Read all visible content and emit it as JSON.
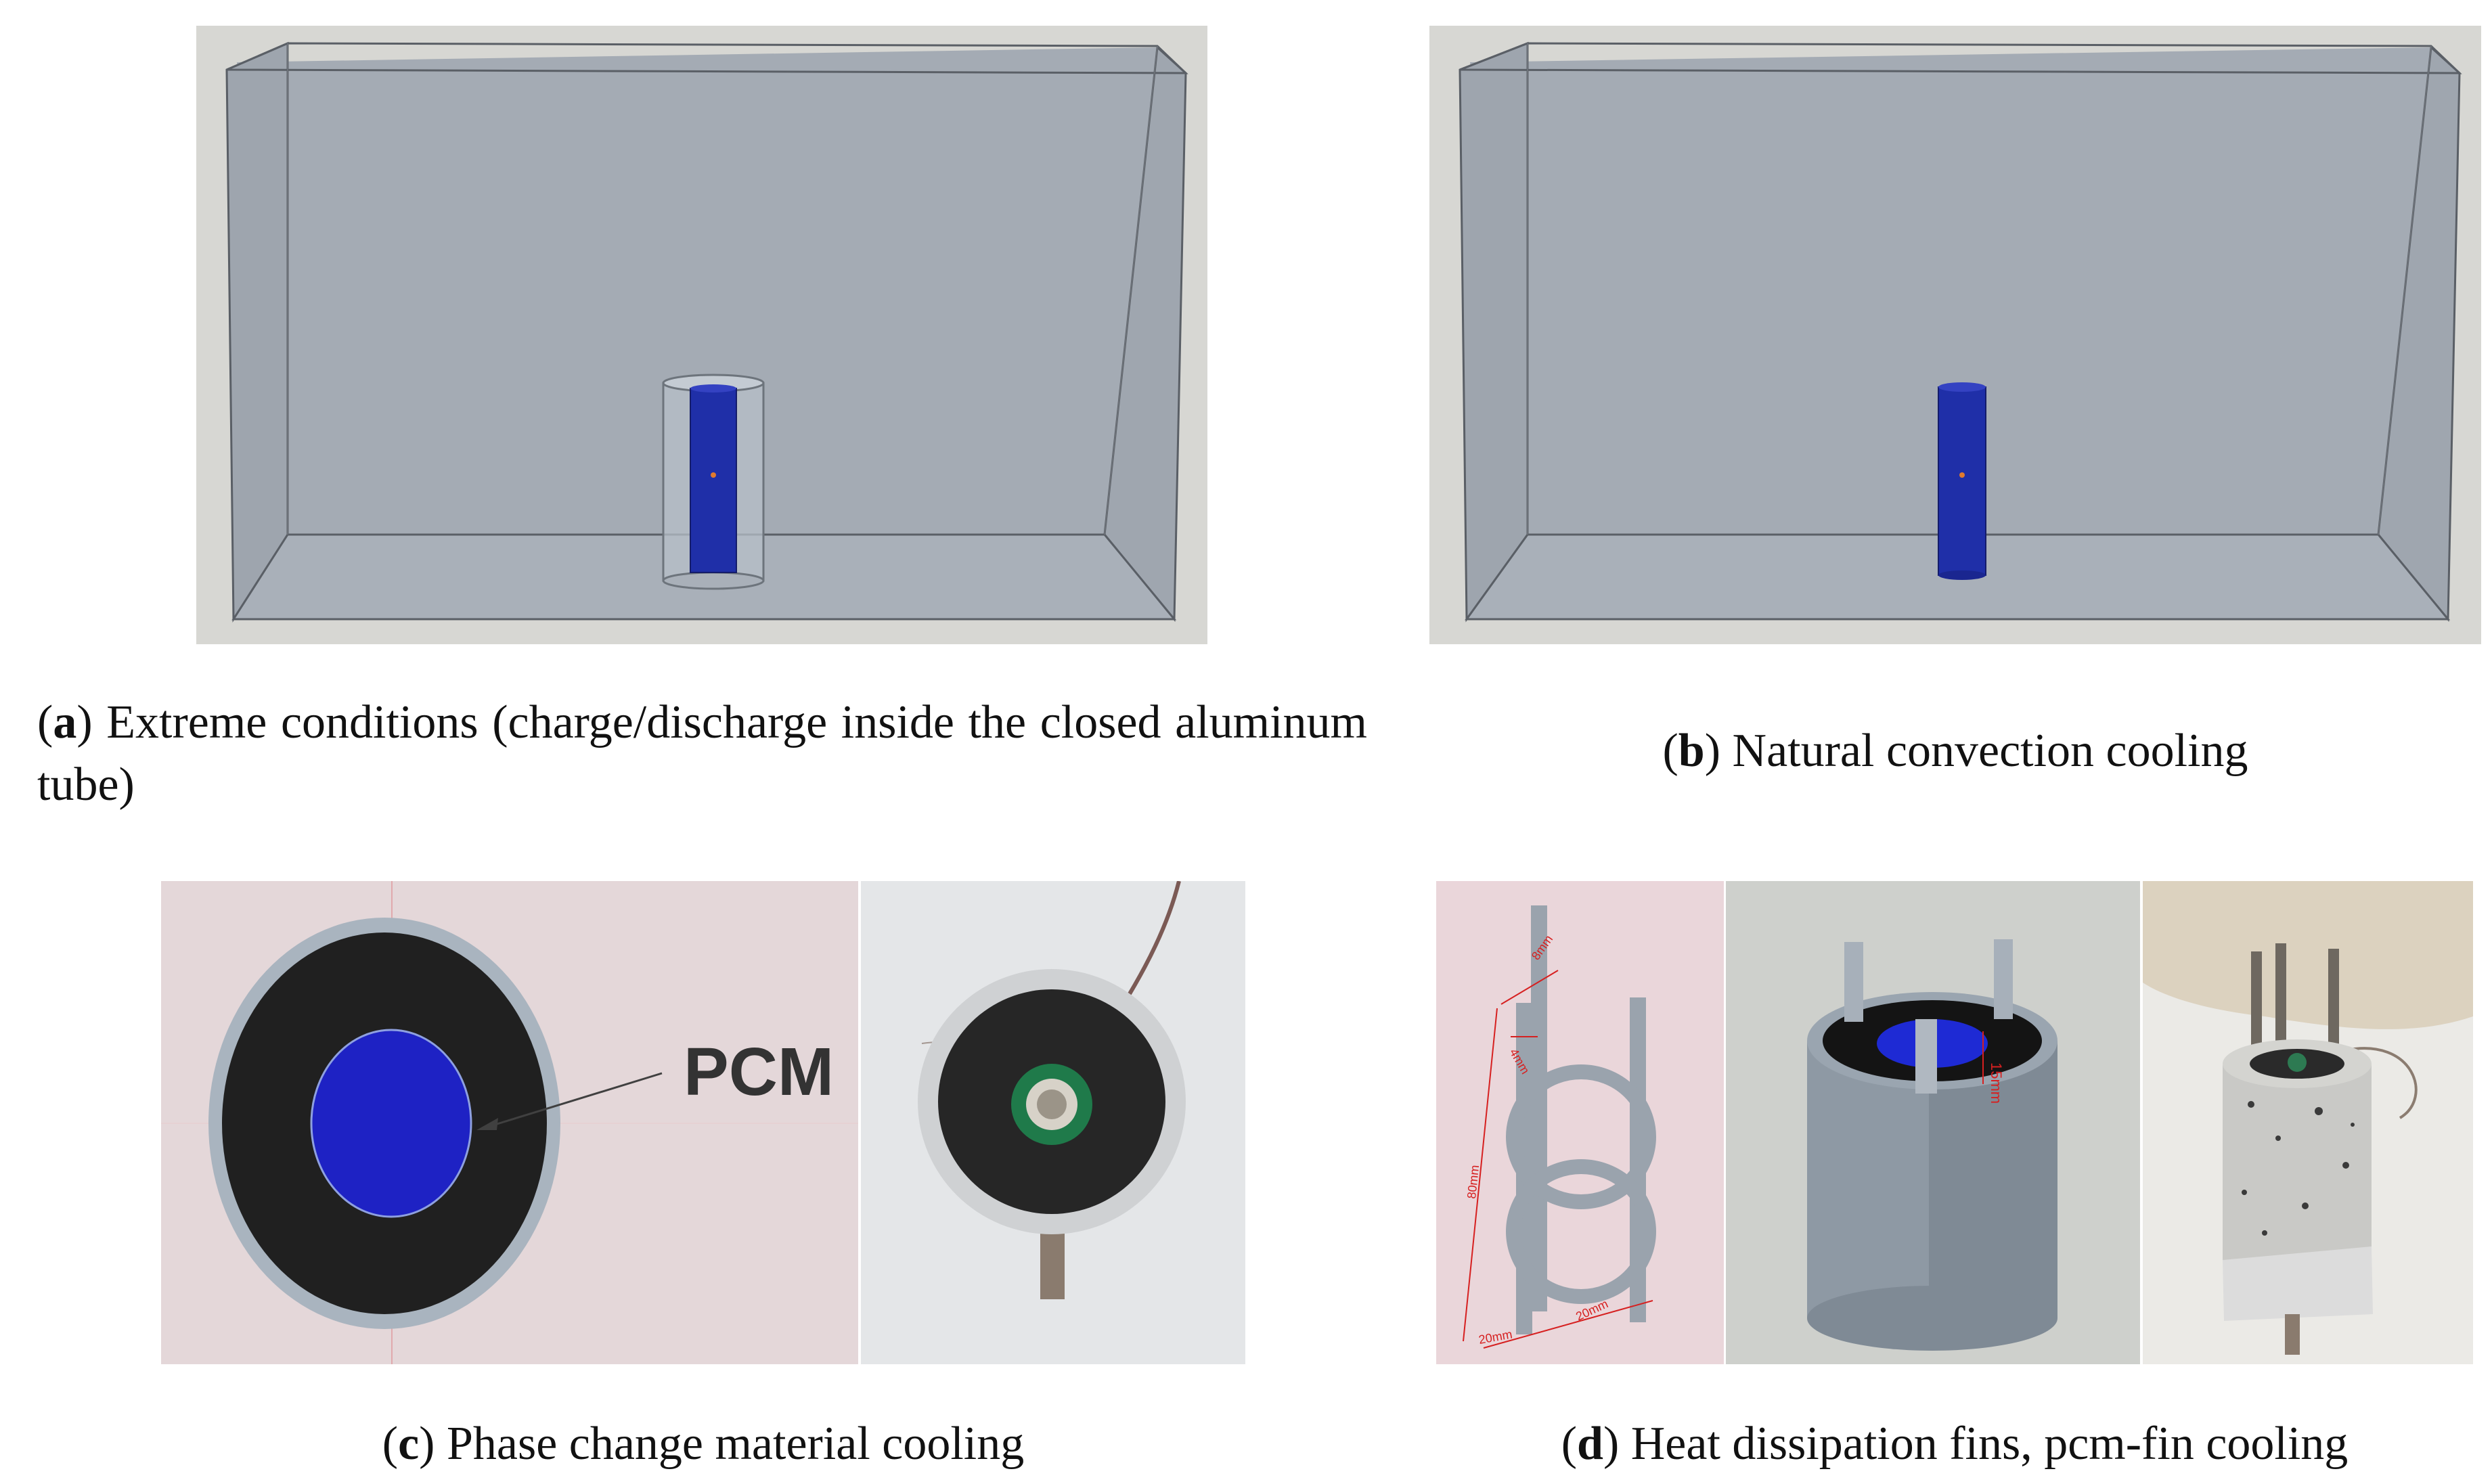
{
  "figure": {
    "panel_a": {
      "letter": "a",
      "caption": "Extreme conditions (charge/discharge inside the closed aluminum tube)"
    },
    "panel_b": {
      "letter": "b",
      "caption": "Natural convection cooling"
    },
    "panel_c": {
      "letter": "c",
      "caption": "Phase change material cooling",
      "pcm_label": "PCM"
    },
    "panel_d": {
      "letter": "d",
      "caption": "Heat dissipation fins, pcm-fin cooling",
      "dimension_labels": [
        "8mm",
        "4mm",
        "15mm",
        "80mm",
        "20mm",
        "20mm"
      ]
    }
  },
  "colors": {
    "box_fill": "#a4abb4",
    "battery_blue": "#1f2fa8",
    "pcm_black": "#202020",
    "tube_gray": "#a9b4bf",
    "background_pink": "#e4d7d9",
    "dimension_red": "#d62020"
  }
}
